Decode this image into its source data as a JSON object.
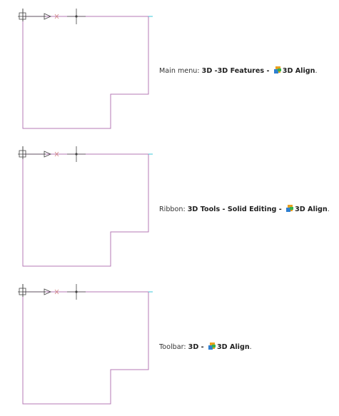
{
  "colors": {
    "outline": "#b57ab5",
    "axis": "#444444",
    "cyan": "#3cc8d8",
    "marker": "#d08080"
  },
  "panels": [
    {
      "prefix": "Main menu: ",
      "path": "3D -3D Features - ",
      "command": "3D Align",
      "suffix": "."
    },
    {
      "prefix": "Ribbon: ",
      "path": "3D Tools - Solid Editing - ",
      "command": "3D Align",
      "suffix": "."
    },
    {
      "prefix": "Toolbar: ",
      "path": "3D - ",
      "command": "3D Align",
      "suffix": "."
    }
  ],
  "icons": {
    "command_icon": "3d-align-icon"
  }
}
